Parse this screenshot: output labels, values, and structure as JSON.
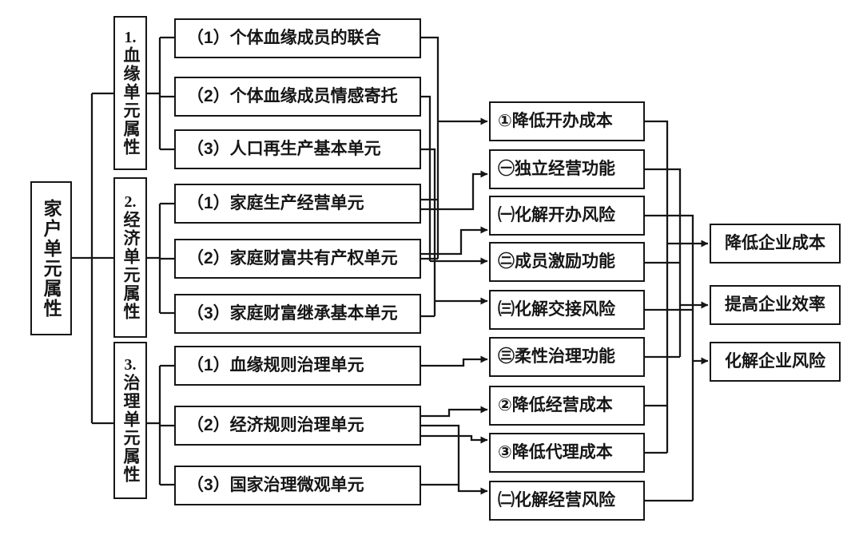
{
  "title_box": {
    "label": "家户单元属性"
  },
  "categories": [
    {
      "num": "1.",
      "label": "血缘单元属性"
    },
    {
      "num": "2.",
      "label": "经济单元属性"
    },
    {
      "num": "3.",
      "label": "治理单元属性"
    }
  ],
  "attributes": [
    "（1）个体血缘成员的联合",
    "（2）个体血缘成员情感寄托",
    "（3）人口再生产基本单元",
    "（1）家庭生产经营单元",
    "（2）家庭财富共有产权单元",
    "（3）家庭财富继承基本单元",
    "（1）血缘规则治理单元",
    "（2）经济规则治理单元",
    "（3）国家治理微观单元"
  ],
  "mechanisms": [
    "①降低开办成本",
    "㊀独立经营功能",
    "㈠化解开办风险",
    "㊁成员激励功能",
    "㈢化解交接风险",
    "㊂柔性治理功能",
    "②降低经营成本",
    "③降低代理成本",
    "㈡化解经营风险"
  ],
  "outcomes": [
    "降低企业成本",
    "提高企业效率",
    "化解企业风险"
  ],
  "colors": {
    "line": "#161616",
    "background": "#ffffff"
  }
}
